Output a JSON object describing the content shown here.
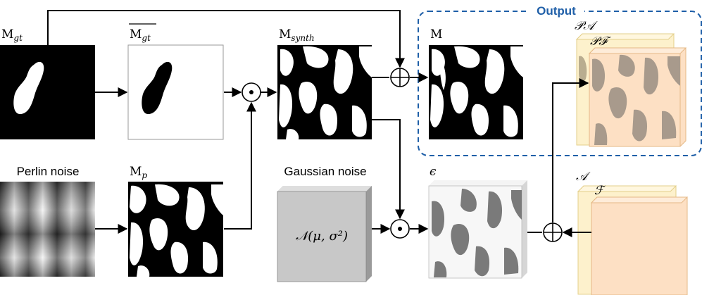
{
  "labels": {
    "m_gt": "M",
    "m_gt_sub": "gt",
    "m_gt_bar": "M",
    "m_gt_bar_sub": "gt",
    "m_synth": "M",
    "m_synth_sub": "synth",
    "m_out": "M",
    "perlin": "Perlin noise",
    "m_p": "M",
    "m_p_sub": "p",
    "gaussian": "Gaussian noise",
    "gaussian_formula": "𝒩(μ, σ²)",
    "epsilon": "ϵ",
    "output": "Output",
    "pa": "𝒫𝒜",
    "pf": "𝒫ℱ",
    "a": "𝒜",
    "f": "ℱ"
  },
  "colors": {
    "output_border": "#1f5fa8",
    "cream": "#fdf1cc",
    "peach": "#fde0c4",
    "gray_box": "#c8c8c8"
  },
  "operators": {
    "multiply": "⊙",
    "add": "⊕"
  }
}
